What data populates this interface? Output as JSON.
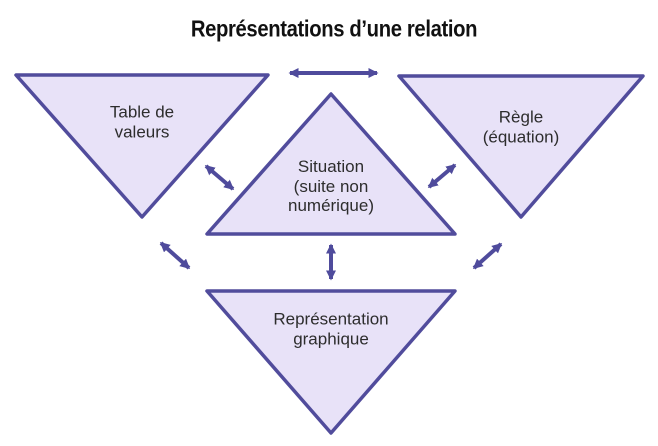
{
  "title": "Représentations d’une relation",
  "colors": {
    "background": "#ffffff",
    "triangle_fill": "#e8e2f8",
    "triangle_border": "#514c9c",
    "arrow": "#4f4b9c",
    "title_text": "#111111",
    "label_text": "#2d2d2d"
  },
  "nodes": [
    {
      "id": "table-de-valeurs",
      "label": "Table de\nvaleurs",
      "shape": "triangle-down"
    },
    {
      "id": "regle-equation",
      "label": "Règle\n(équation)",
      "shape": "triangle-down"
    },
    {
      "id": "situation",
      "label": "Situation\n(suite non\nnumérique)",
      "shape": "triangle-up"
    },
    {
      "id": "representation-graphique",
      "label": "Représentation\ngraphique",
      "shape": "triangle-down"
    }
  ],
  "connections": [
    {
      "from": "table-de-valeurs",
      "to": "regle-equation",
      "bidirectional": true
    },
    {
      "from": "table-de-valeurs",
      "to": "situation",
      "bidirectional": true
    },
    {
      "from": "situation",
      "to": "regle-equation",
      "bidirectional": true
    },
    {
      "from": "situation",
      "to": "representation-graphique",
      "bidirectional": true
    },
    {
      "from": "table-de-valeurs",
      "to": "representation-graphique",
      "bidirectional": true
    },
    {
      "from": "regle-equation",
      "to": "representation-graphique",
      "bidirectional": true
    }
  ]
}
